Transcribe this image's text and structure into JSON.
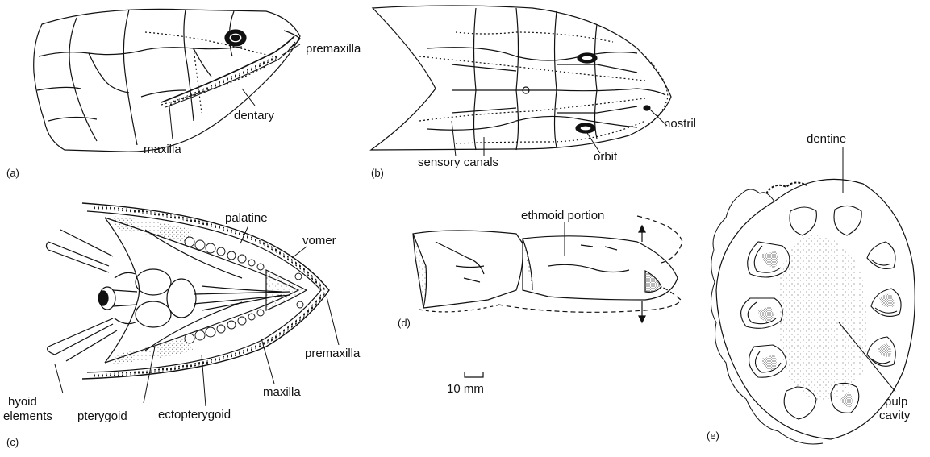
{
  "panels": {
    "a": {
      "id": "(a)",
      "labels": {
        "premaxilla": "premaxilla",
        "maxilla": "maxilla",
        "dentary": "dentary"
      }
    },
    "b": {
      "id": "(b)",
      "labels": {
        "nostril": "nostril",
        "orbit": "orbit",
        "sensory_canals": "sensory canals"
      }
    },
    "c": {
      "id": "(c)",
      "labels": {
        "palatine": "palatine",
        "vomer": "vomer",
        "premaxilla": "premaxilla",
        "maxilla": "maxilla",
        "hyoid_1": "hyoid",
        "hyoid_2": "elements",
        "pterygoid": "pterygoid",
        "ectopterygoid": "ectopterygoid"
      }
    },
    "d": {
      "id": "(d)",
      "labels": {
        "ethmoid_portion": "ethmoid portion"
      },
      "scale": "10 mm"
    },
    "e": {
      "id": "(e)",
      "labels": {
        "dentine": "dentine",
        "pulp_1": "pulp",
        "pulp_2": "cavity"
      }
    }
  }
}
